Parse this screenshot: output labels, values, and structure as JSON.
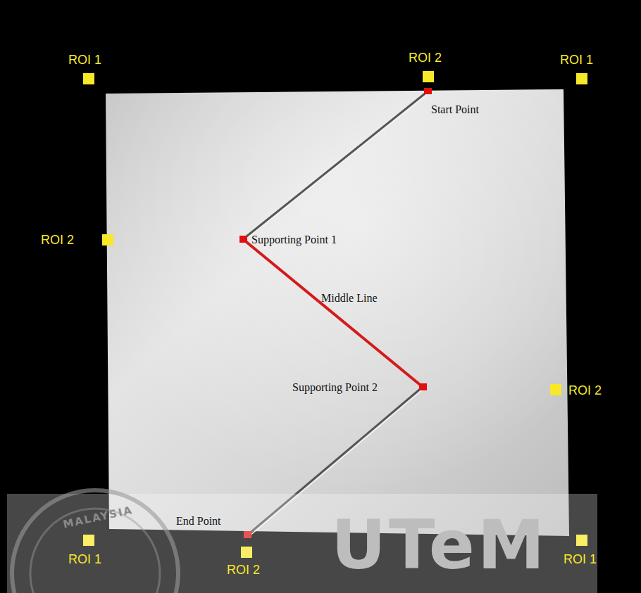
{
  "diagram": {
    "labels": [
      "ROI 1",
      "ROI 2",
      "ROI 1",
      "Start Point",
      "ROI 2",
      "Supporting Point 1",
      "Middle Line",
      "Supporting Point 2",
      "ROI 2",
      "End Point",
      "ROI 1",
      "ROI 2",
      "ROI 1",
      "MALAYSIA",
      "UTeM"
    ]
  }
}
